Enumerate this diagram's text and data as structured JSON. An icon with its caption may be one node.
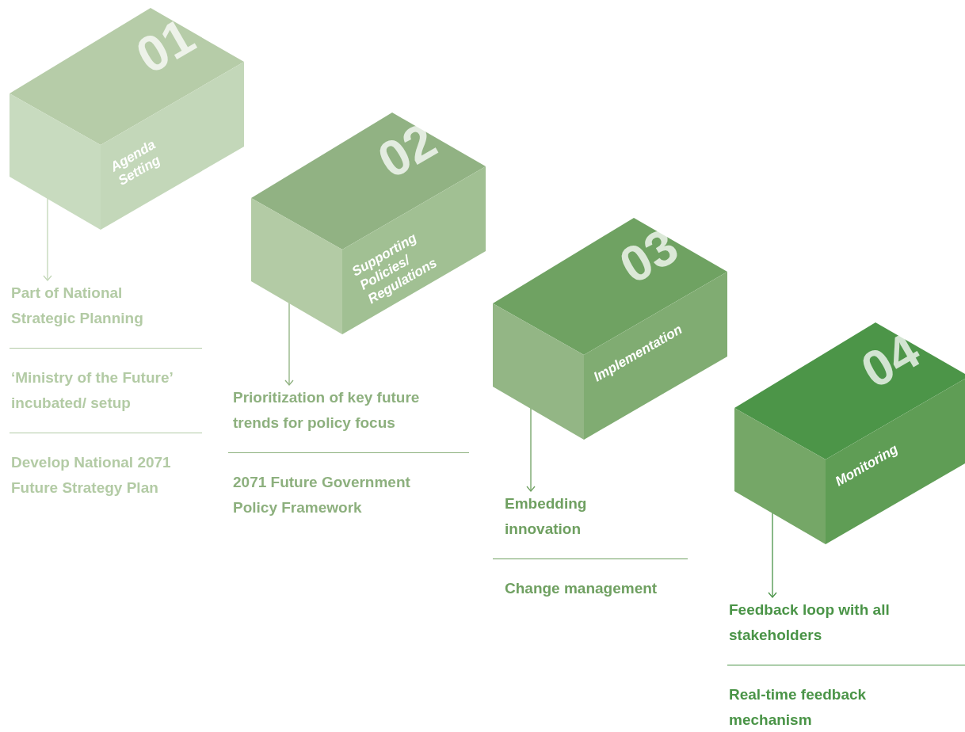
{
  "diagram": {
    "nodes": [
      {
        "text": [
          "01",
          "Agenda Setting"
        ]
      },
      {
        "text": [
          "Part of National Strategic Planning"
        ]
      },
      {
        "text": [
          "‘Ministry of the Future’ incubated/ setup"
        ]
      },
      {
        "text": [
          "Develop National 2071 Future Strategy Plan"
        ]
      },
      {
        "text": [
          "02",
          "Supporting Policies/ Regulations"
        ]
      },
      {
        "text": [
          "Prioritization of key future trends for policy focus"
        ]
      },
      {
        "text": [
          "2071 Future Government Policy Framework"
        ]
      },
      {
        "text": [
          "03",
          "Implementation"
        ]
      },
      {
        "text": [
          "Embedding innovation"
        ]
      },
      {
        "text": [
          "Change management"
        ]
      },
      {
        "text": [
          "04",
          "Monitoring"
        ]
      },
      {
        "text": [
          "Feedback loop with all stakeholders"
        ]
      },
      {
        "text": [
          "Real-time feedback mechanism"
        ]
      }
    ],
    "edges": [
      {
        "from": 0,
        "to": 1,
        "arrow": "to",
        "color": "#c2d6b7"
      },
      {
        "from": 4,
        "to": 5,
        "arrow": "to",
        "color": "#8db07e"
      },
      {
        "from": 7,
        "to": 8,
        "arrow": "to",
        "color": "#6fa061"
      },
      {
        "from": 10,
        "to": 11,
        "arrow": "to",
        "color": "#4a9447"
      }
    ]
  }
}
